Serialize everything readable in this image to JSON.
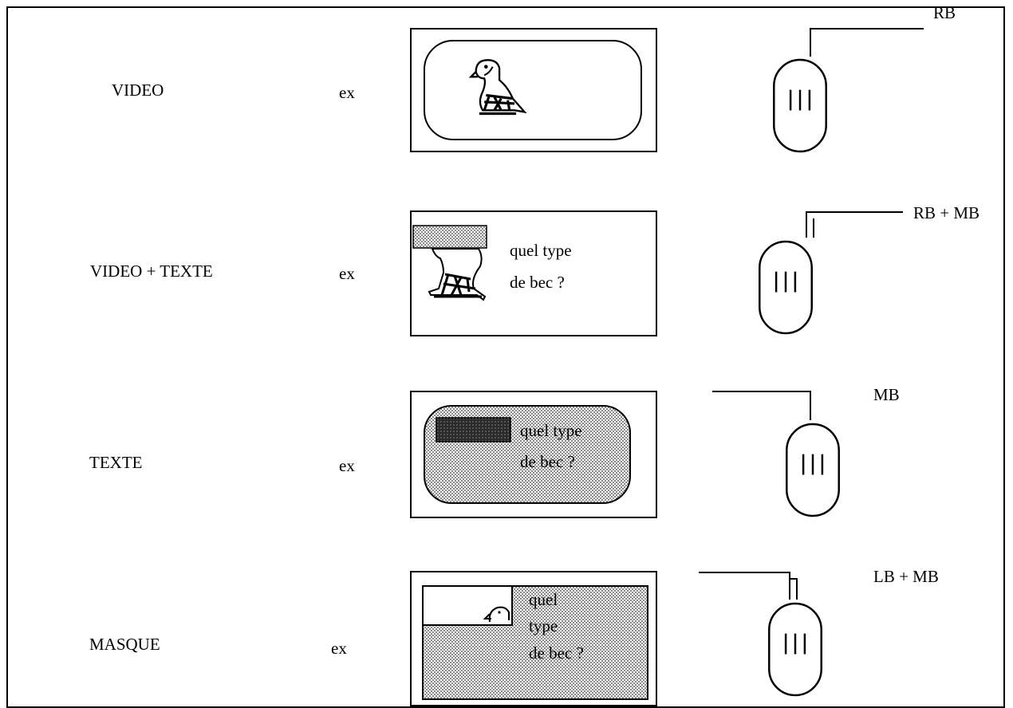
{
  "rows": [
    {
      "mode": "VIDEO",
      "ex": "ex",
      "buttons": "RB"
    },
    {
      "mode": "VIDEO + TEXTE",
      "ex": "ex",
      "buttons": "RB + MB",
      "screen_text": [
        "quel type",
        "de bec ?"
      ]
    },
    {
      "mode": "TEXTE",
      "ex": "ex",
      "buttons": "MB",
      "screen_text": [
        "quel type",
        "de bec ?"
      ]
    },
    {
      "mode": "MASQUE",
      "ex": "ex",
      "buttons": "LB + MB",
      "screen_text": [
        "quel",
        "type",
        "de bec ?"
      ]
    }
  ],
  "icons": {
    "screen_image": "falcon-hieroglyph-icon",
    "input_device": "three-button-mouse-icon"
  }
}
